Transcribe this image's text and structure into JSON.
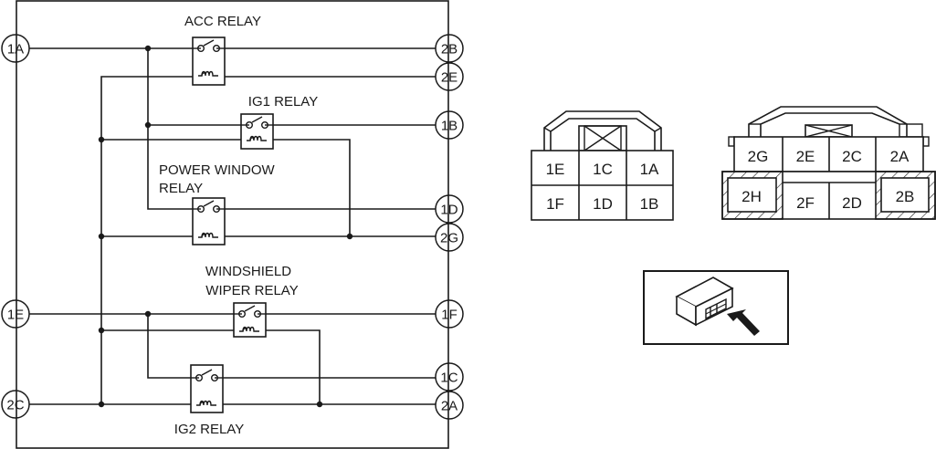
{
  "diagram": {
    "title": "Relay module wiring diagram",
    "relays": [
      {
        "id": "acc",
        "label_lines": [
          "ACC RELAY"
        ]
      },
      {
        "id": "ig1",
        "label_lines": [
          "IG1 RELAY"
        ]
      },
      {
        "id": "power_window",
        "label_lines": [
          "POWER WINDOW",
          "RELAY"
        ]
      },
      {
        "id": "wiper",
        "label_lines": [
          "WINDSHIELD",
          "WIPER RELAY"
        ]
      },
      {
        "id": "ig2",
        "label_lines": [
          "IG2 RELAY"
        ]
      }
    ],
    "terminals": {
      "left": [
        "1A",
        "1E",
        "2C"
      ],
      "right": [
        "2B",
        "2E",
        "1B",
        "1D",
        "2G",
        "1F",
        "1C",
        "2A"
      ]
    }
  },
  "connector1": {
    "rows": [
      [
        "1E",
        "1C",
        "1A"
      ],
      [
        "1F",
        "1D",
        "1B"
      ]
    ]
  },
  "connector2": {
    "top_row": [
      "2G",
      "2E",
      "2C",
      "2A"
    ],
    "bottom_row": [
      "2H",
      "2F",
      "2D",
      "2B"
    ],
    "hatched_pins": [
      "2H",
      "2B"
    ]
  },
  "view_indicator": {
    "icon": "connector-view-arrow-icon"
  },
  "colors": {
    "line": "#1a1a1a",
    "background": "#ffffff"
  }
}
